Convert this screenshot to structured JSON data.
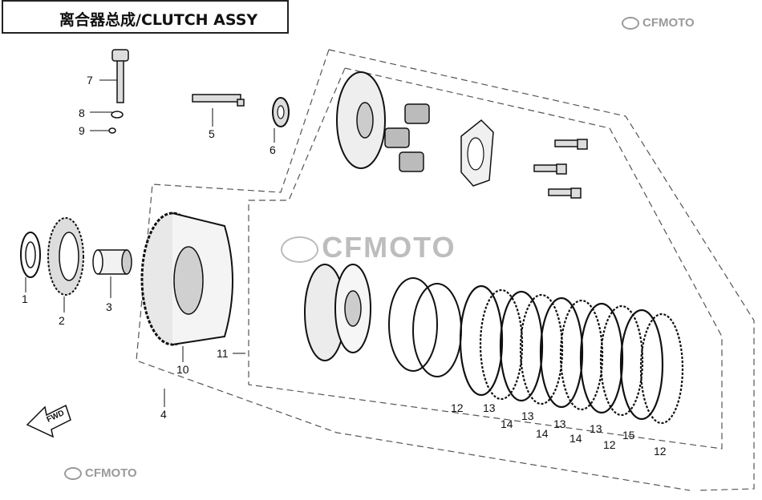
{
  "title": "离合器总成/CLUTCH ASSY",
  "watermark_brand": "CFMOTO",
  "fwd_label": "FWD",
  "callouts": [
    {
      "id": "c1",
      "label": "1"
    },
    {
      "id": "c2",
      "label": "2"
    },
    {
      "id": "c3",
      "label": "3"
    },
    {
      "id": "c4",
      "label": "4"
    },
    {
      "id": "c5",
      "label": "5"
    },
    {
      "id": "c6",
      "label": "6"
    },
    {
      "id": "c7",
      "label": "7"
    },
    {
      "id": "c8",
      "label": "8"
    },
    {
      "id": "c9",
      "label": "9"
    },
    {
      "id": "c10",
      "label": "10"
    },
    {
      "id": "c11",
      "label": "11"
    },
    {
      "id": "c12a",
      "label": "12"
    },
    {
      "id": "c13a",
      "label": "13"
    },
    {
      "id": "c14a",
      "label": "14"
    },
    {
      "id": "c13b",
      "label": "13"
    },
    {
      "id": "c14b",
      "label": "14"
    },
    {
      "id": "c13c",
      "label": "13"
    },
    {
      "id": "c14c",
      "label": "14"
    },
    {
      "id": "c13d",
      "label": "13"
    },
    {
      "id": "c12b",
      "label": "12"
    },
    {
      "id": "c15",
      "label": "15"
    },
    {
      "id": "c12c",
      "label": "12"
    }
  ]
}
